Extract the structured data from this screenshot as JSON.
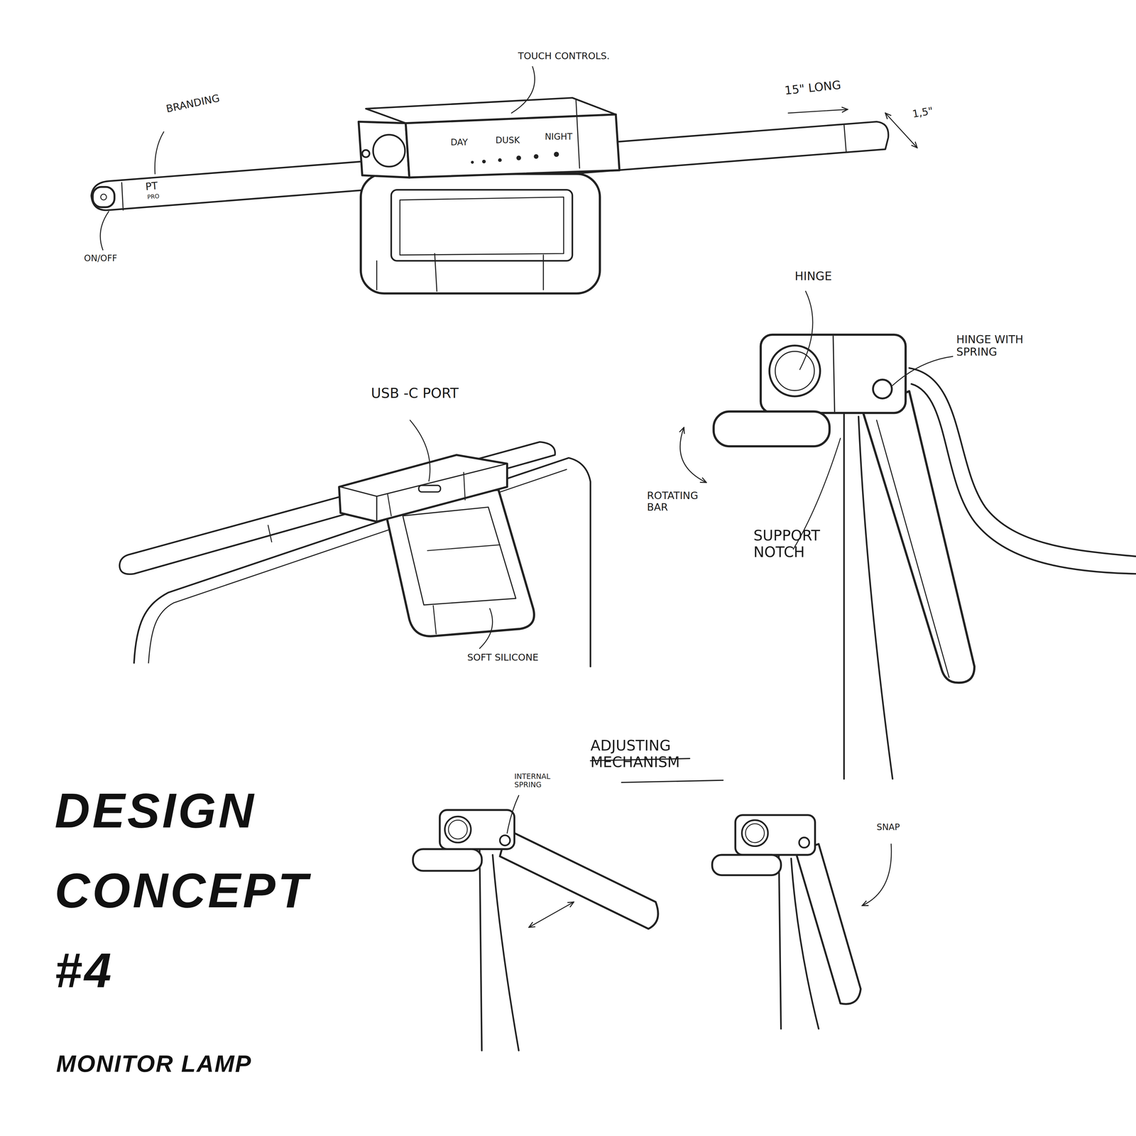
{
  "diagram": {
    "title": "DESIGN CONCEPT #4",
    "caption": "MONITOR LAMP",
    "labels": [
      "TOUCH CONTROLS.",
      "BRANDING",
      "15\" LONG",
      "1,5\"",
      "DAY",
      "DUSK",
      "NIGHT",
      "PT",
      "PRO",
      "ON/OFF",
      "USB -C PORT",
      "SOFT SILICONE",
      "HINGE",
      "HINGE WITH SPRING",
      "ROTATING BAR",
      "SUPPORT NOTCH",
      "ADJUSTING MECHANISM",
      "INTERNAL SPRING",
      "SNAP"
    ]
  }
}
